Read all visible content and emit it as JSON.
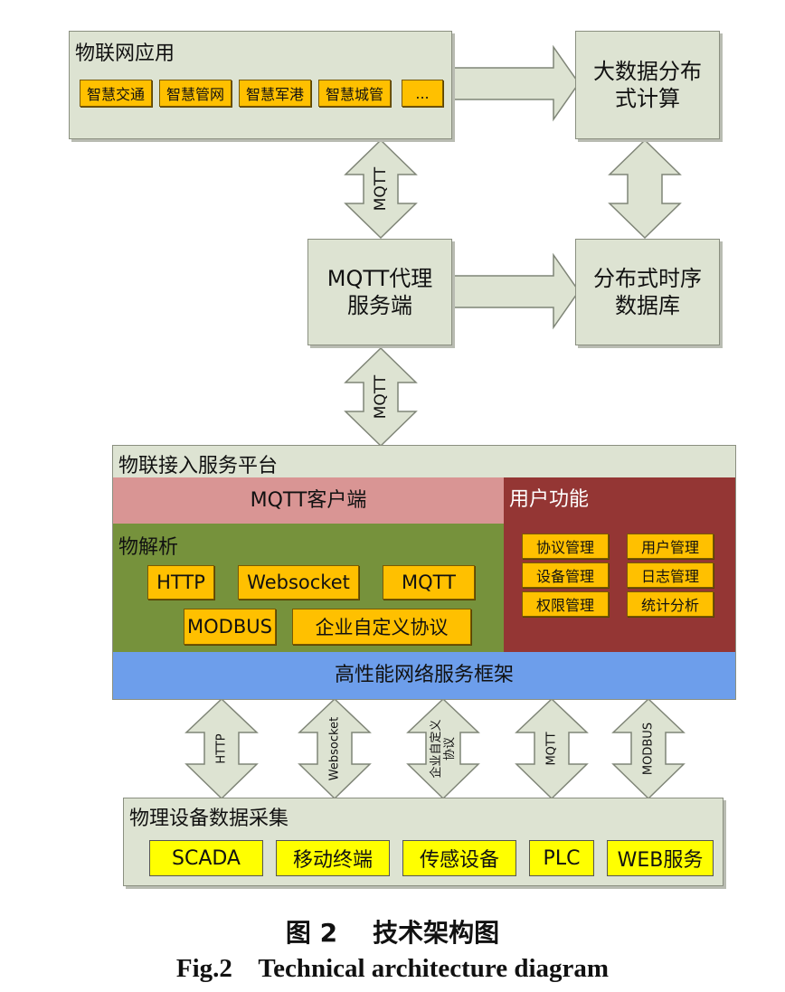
{
  "iot_apps": {
    "title": "物联网应用",
    "items": [
      "智慧交通",
      "智慧管网",
      "智慧军港",
      "智慧城管",
      "..."
    ]
  },
  "big_data": [
    "大数据分布",
    "式计算"
  ],
  "mqtt_broker": [
    "MQTT代理",
    "服务端"
  ],
  "ts_db": [
    "分布式时序",
    "数据库"
  ],
  "links": {
    "top": "MQTT",
    "middle": "MQTT"
  },
  "platform": {
    "title": "物联接入服务平台",
    "mqtt_client": "MQTT客户端",
    "parse": {
      "title": "物解析",
      "items": [
        "HTTP",
        "Websocket",
        "MQTT",
        "MODBUS",
        "企业自定义协议"
      ]
    },
    "user": {
      "title": "用户功能",
      "items": [
        "协议管理",
        "用户管理",
        "设备管理",
        "日志管理",
        "权限管理",
        "统计分析"
      ]
    },
    "framework": "高性能网络服务框架"
  },
  "bottom_links": [
    "HTTP",
    "Websocket",
    "企业自定义协议",
    "MQTT",
    "MODBUS"
  ],
  "bottom_link_lines": [
    "企业自定义",
    "协议"
  ],
  "collect": {
    "title": "物理设备数据采集",
    "items": [
      "SCADA",
      "移动终端",
      "传感设备",
      "PLC",
      "WEB服务"
    ]
  },
  "caption": {
    "zh": "图 2    技术架构图",
    "en": "Fig.2    Technical architecture diagram"
  },
  "colors": {
    "box": "#dde3d2",
    "chip": "#ffc000",
    "yellow": "#ffff00",
    "mqtt_client": "#d99594",
    "parse": "#76923c",
    "user": "#943634",
    "framework": "#6d9eeb"
  }
}
